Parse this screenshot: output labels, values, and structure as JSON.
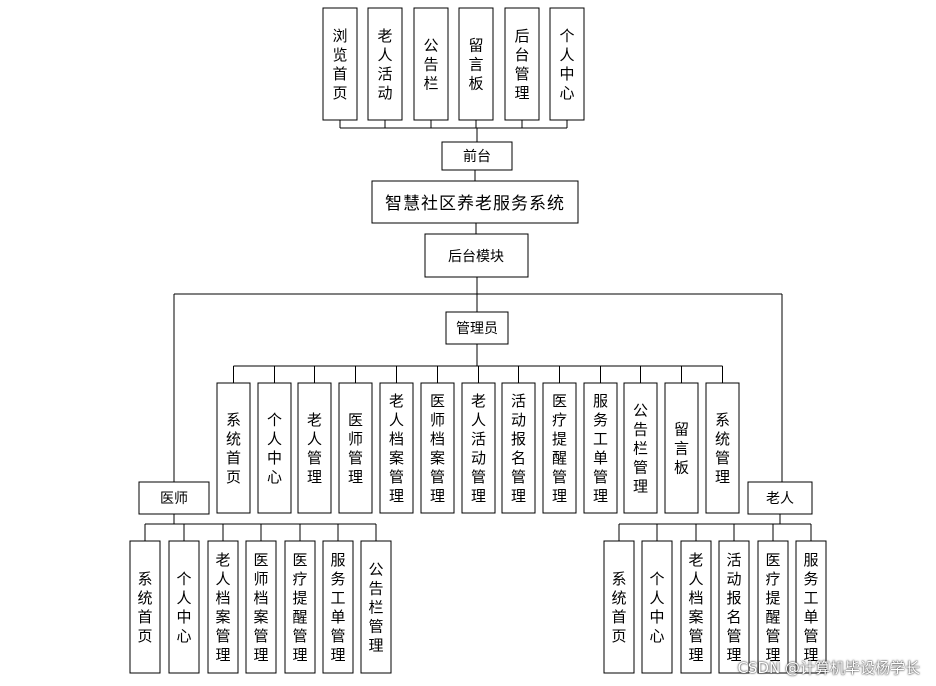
{
  "title": "智慧社区养老服务系统",
  "front": {
    "label": "前台",
    "items": [
      "浏览首页",
      "老人活动",
      "公告栏",
      "留言板",
      "后台管理",
      "个人中心"
    ]
  },
  "backend": {
    "label": "后台模块",
    "admin": {
      "label": "管理员",
      "items": [
        "系统首页",
        "个人中心",
        "老人管理",
        "医师管理",
        "老人档案管理",
        "医师档案管理",
        "老人活动管理",
        "活动报名管理",
        "医疗提醒管理",
        "服务工单管理",
        "公告栏管理",
        "留言板",
        "系统管理"
      ]
    },
    "doctor": {
      "label": "医师",
      "items": [
        "系统首页",
        "个人中心",
        "老人档案管理",
        "医师档案管理",
        "医疗提醒管理",
        "服务工单管理",
        "公告栏管理"
      ]
    },
    "elder": {
      "label": "老人",
      "items": [
        "系统首页",
        "个人中心",
        "老人档案管理",
        "活动报名管理",
        "医疗提醒管理",
        "服务工单管理"
      ]
    }
  },
  "watermark": "CSDN @计算机毕设杨学长"
}
